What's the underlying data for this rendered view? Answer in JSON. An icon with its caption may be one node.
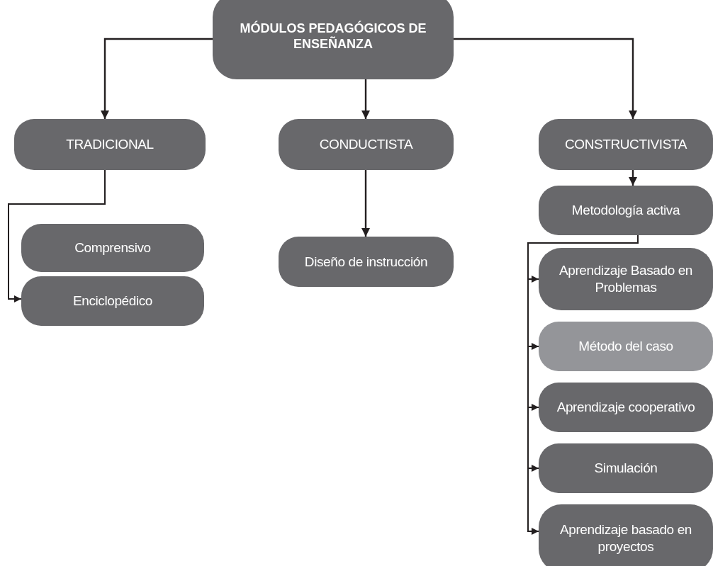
{
  "diagram": {
    "nodes": [
      {
        "text": [
          "MÓDULOS PEDAGÓGICOS DE ENSEÑANZA"
        ]
      },
      {
        "text": [
          "TRADICIONAL"
        ]
      },
      {
        "text": [
          "CONDUCTISTA"
        ]
      },
      {
        "text": [
          "CONSTRUCTIVISTA"
        ]
      },
      {
        "text": [
          "Comprensivo"
        ]
      },
      {
        "text": [
          "Enciclopédico"
        ]
      },
      {
        "text": [
          "Diseño de instrucción"
        ]
      },
      {
        "text": [
          "Metodología activa"
        ]
      },
      {
        "text": [
          "Aprendizaje Basado en Problemas"
        ]
      },
      {
        "text": [
          "Método del caso"
        ]
      },
      {
        "text": [
          "Aprendizaje cooperativo"
        ]
      },
      {
        "text": [
          "Simulación"
        ]
      },
      {
        "text": [
          "Aprendizaje basado en proyectos"
        ]
      }
    ],
    "edges": [
      {
        "from": 0,
        "to": 1,
        "arrow": "to"
      },
      {
        "from": 0,
        "to": 2,
        "arrow": "to"
      },
      {
        "from": 0,
        "to": 3,
        "arrow": "to"
      },
      {
        "from": 1,
        "to": 5,
        "arrow": "to"
      },
      {
        "from": 2,
        "to": 6,
        "arrow": "to"
      },
      {
        "from": 3,
        "to": 7,
        "arrow": "to"
      },
      {
        "from": 7,
        "to": 8,
        "arrow": "to"
      },
      {
        "from": 7,
        "to": 9,
        "arrow": "to"
      },
      {
        "from": 7,
        "to": 10,
        "arrow": "to"
      },
      {
        "from": 7,
        "to": 11,
        "arrow": "to"
      },
      {
        "from": 7,
        "to": 12,
        "arrow": "to"
      }
    ]
  }
}
